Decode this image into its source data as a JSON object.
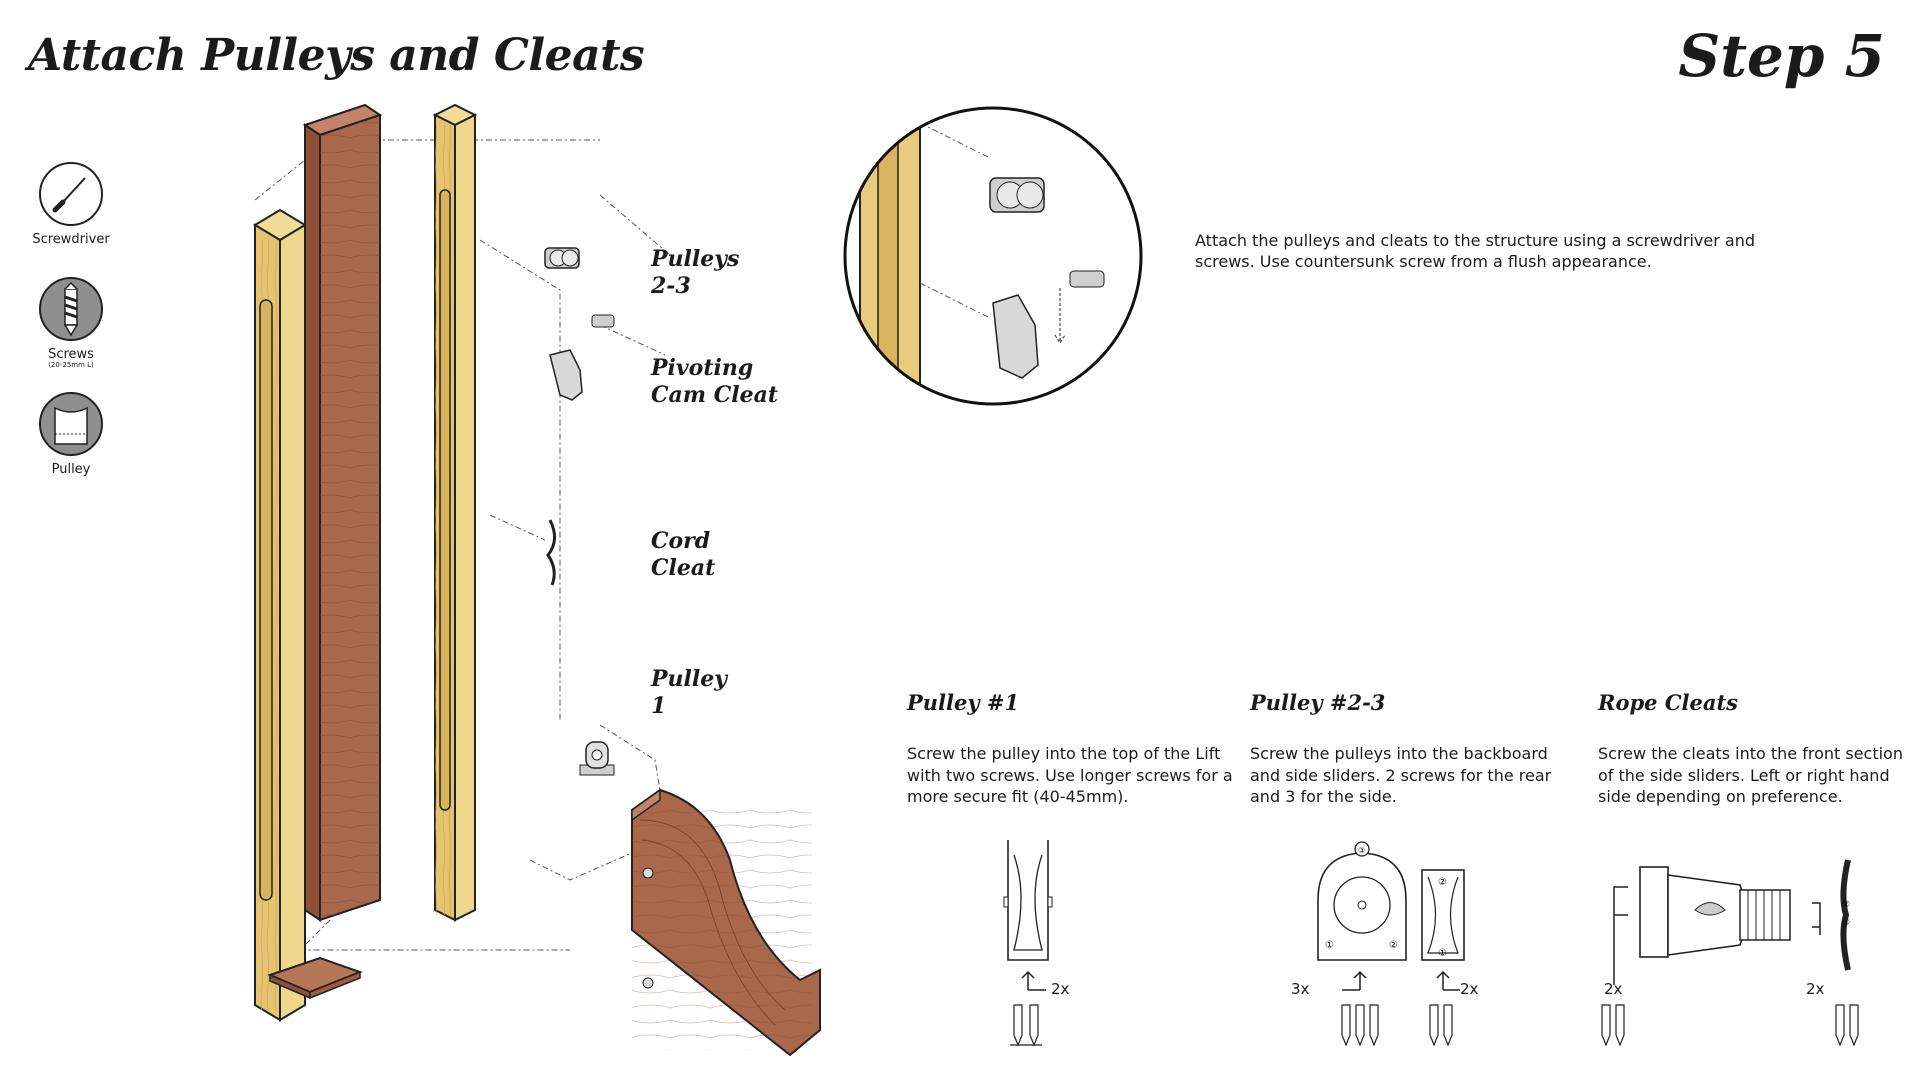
{
  "title": "Attach Pulleys and Cleats",
  "step": "Step 5",
  "tools": [
    {
      "name": "Screwdriver",
      "icon": "screwdriver-icon"
    },
    {
      "name": "Screws",
      "sub": "(20-25mm L)",
      "icon": "screw-icon"
    },
    {
      "name": "Pulley",
      "icon": "pulley-icon"
    }
  ],
  "parts": {
    "pulleys_2_3": [
      "Pulleys",
      "2-3"
    ],
    "cam_cleat": [
      "Pivoting",
      "Cam Cleat"
    ],
    "cord_cleat": [
      "Cord",
      "Cleat"
    ],
    "pulley_1": [
      "Pulley",
      "1"
    ]
  },
  "intro": "Attach the pulleys and cleats to the structure using a screwdriver and  screws. Use countersunk screw from a flush appearance.",
  "sections": [
    {
      "title": "Pulley #1",
      "body": "Screw the pulley into the top of the Lift with two screws. Use longer screws for a more secure fit (40-45mm).",
      "quantities": [
        "2x"
      ]
    },
    {
      "title": "Pulley #2-3",
      "body": "Screw the pulleys into the backboard and side sliders. 2 screws for the rear and 3 for the side.",
      "quantities": [
        "3x",
        "2x"
      ]
    },
    {
      "title": "Rope Cleats",
      "body": "Screw the cleats into the front section of the side sliders. Left or right hand side depending on preference.",
      "quantities": [
        "2x",
        "2x"
      ]
    }
  ],
  "pulley_markers": [
    "①",
    "②",
    "③"
  ],
  "colors": {
    "light_wood": "#e9cf82",
    "dark_wood": "#a5654a",
    "ink": "#1b1b1b",
    "metal": "#c9c9c9"
  }
}
